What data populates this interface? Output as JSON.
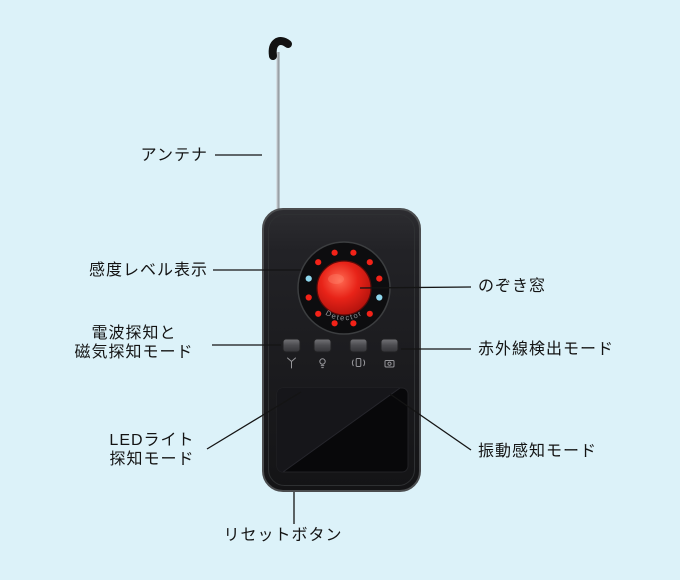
{
  "background_color": "#dcf2f9",
  "device": {
    "detector_label": "Detector",
    "buttons": [
      {
        "icon": "radio-wave-icon"
      },
      {
        "icon": "led-light-icon"
      },
      {
        "icon": "vibration-icon"
      },
      {
        "icon": "camera-icon"
      }
    ]
  },
  "labels": {
    "antenna": "アンテナ",
    "sensitivity": "感度レベル表示",
    "radio_magnetic_line1": "電波探知と",
    "radio_magnetic_line2": "磁気探知モード",
    "led_line1": "LEDライト",
    "led_line2": "探知モード",
    "peephole": "のぞき窓",
    "infrared": "赤外線検出モード",
    "vibration": "振動感知モード",
    "reset": "リセットボタン"
  },
  "colors": {
    "lens_red": "#d81a12",
    "led_red": "#f32218",
    "led_blue": "#8fd8ee",
    "callout_line": "#141414",
    "device_body": "#1c1c1e"
  }
}
